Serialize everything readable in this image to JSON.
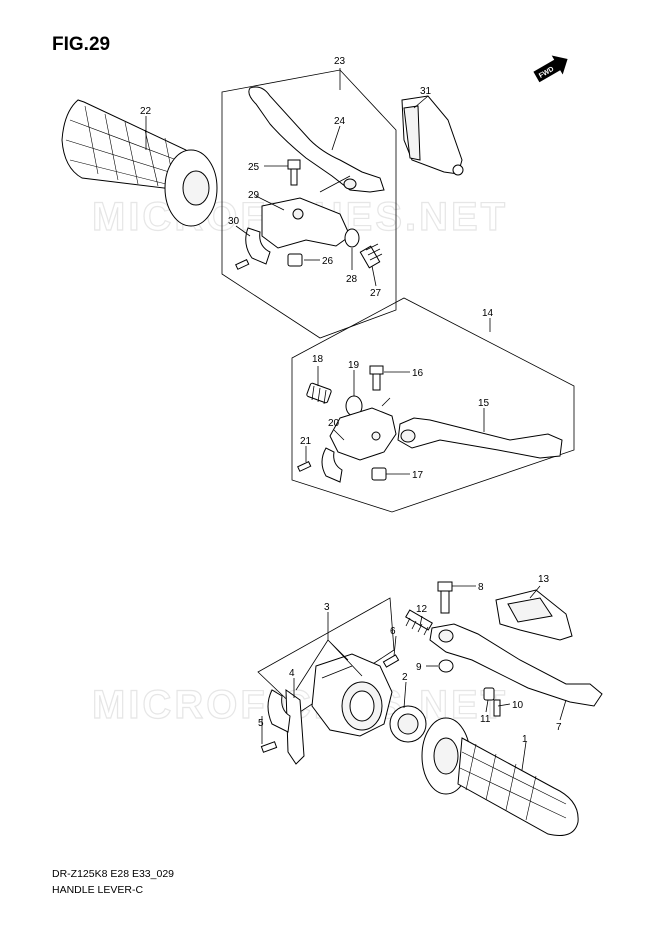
{
  "figure": {
    "title": "FIG.29"
  },
  "fwd_label": "FWD",
  "watermark": "MICROFICHES.NET",
  "footer": {
    "model_code": "DR-Z125K8 E28 E33_029",
    "section_name": "HANDLE LEVER-C"
  },
  "parts": [
    {
      "number": "1"
    },
    {
      "number": "2"
    },
    {
      "number": "3"
    },
    {
      "number": "4"
    },
    {
      "number": "5"
    },
    {
      "number": "6"
    },
    {
      "number": "7"
    },
    {
      "number": "8"
    },
    {
      "number": "9"
    },
    {
      "number": "10"
    },
    {
      "number": "11"
    },
    {
      "number": "12"
    },
    {
      "number": "13"
    },
    {
      "number": "14"
    },
    {
      "number": "15"
    },
    {
      "number": "16"
    },
    {
      "number": "17"
    },
    {
      "number": "18"
    },
    {
      "number": "19"
    },
    {
      "number": "20"
    },
    {
      "number": "21"
    },
    {
      "number": "22"
    },
    {
      "number": "23"
    },
    {
      "number": "24"
    },
    {
      "number": "25"
    },
    {
      "number": "26"
    },
    {
      "number": "27"
    },
    {
      "number": "28"
    },
    {
      "number": "29"
    },
    {
      "number": "30"
    },
    {
      "number": "31"
    }
  ]
}
